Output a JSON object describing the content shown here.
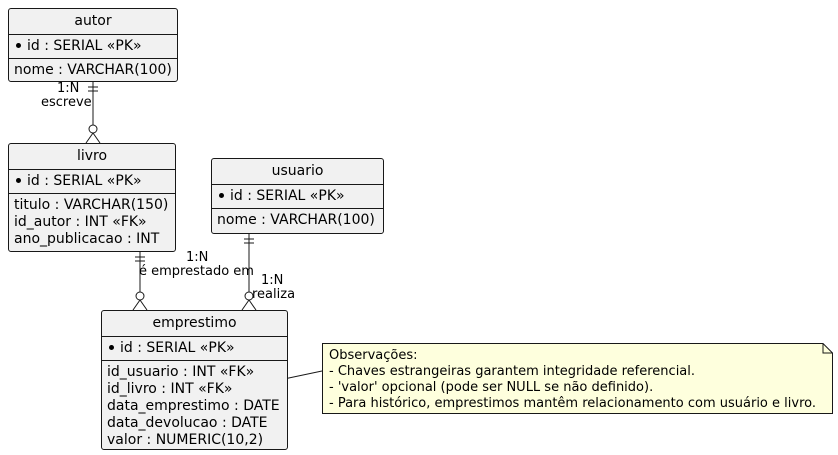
{
  "entities": {
    "autor": {
      "name": "autor",
      "pk": "id : SERIAL «PK»",
      "fields": [
        "nome : VARCHAR(100)"
      ]
    },
    "livro": {
      "name": "livro",
      "pk": "id : SERIAL «PK»",
      "fields": [
        "titulo : VARCHAR(150)",
        "id_autor : INT «FK»",
        "ano_publicacao : INT"
      ]
    },
    "usuario": {
      "name": "usuario",
      "pk": "id : SERIAL «PK»",
      "fields": [
        "nome : VARCHAR(100)"
      ]
    },
    "emprestimo": {
      "name": "emprestimo",
      "pk": "id : SERIAL «PK»",
      "fields": [
        "id_usuario : INT «FK»",
        "id_livro : INT «FK»",
        "data_emprestimo : DATE",
        "data_devolucao : DATE",
        "valor : NUMERIC(10,2)"
      ]
    }
  },
  "relations": {
    "autor_livro": {
      "cardinality": "1:N",
      "label": "escreve"
    },
    "livro_emprestimo": {
      "cardinality": "1:N",
      "label": "é emprestado em"
    },
    "usuario_emprestimo": {
      "cardinality": "1:N",
      "label": "realiza"
    }
  },
  "note": {
    "lines": [
      "Observações:",
      "- Chaves estrangeiras garantem integridade referencial.",
      "- 'valor' opcional (pode ser NULL se não definido).",
      "- Para histórico, emprestimos mantêm relacionamento com usuário e livro."
    ]
  },
  "colors": {
    "entity_fill": "#f1f1f1",
    "entity_border": "#181818",
    "note_fill": "#feffdd",
    "line": "#181818"
  }
}
